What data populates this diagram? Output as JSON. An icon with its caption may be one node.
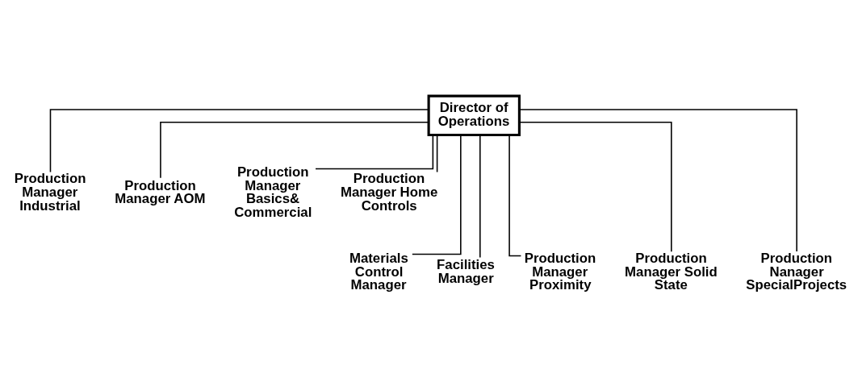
{
  "diagram": {
    "nodes": [
      {
        "text": [
          "Director of Operations"
        ]
      },
      {
        "text": [
          "Production Manager Industrial"
        ]
      },
      {
        "text": [
          "Production Manager AOM"
        ]
      },
      {
        "text": [
          "Production Manager Basics& Commercial"
        ]
      },
      {
        "text": [
          "Production Manager Home Controls"
        ]
      },
      {
        "text": [
          "Materials Control Manager"
        ]
      },
      {
        "text": [
          "Facilities Manager"
        ]
      },
      {
        "text": [
          "Production Manager Proximity"
        ]
      },
      {
        "text": [
          "Production Manager Solid State"
        ]
      },
      {
        "text": [
          "Production Nanager SpecialProjects"
        ]
      }
    ],
    "edges": [
      {
        "from": 0,
        "to": 1,
        "arrow": "none"
      },
      {
        "from": 0,
        "to": 2,
        "arrow": "none"
      },
      {
        "from": 0,
        "to": 3,
        "arrow": "none"
      },
      {
        "from": 0,
        "to": 4,
        "arrow": "none"
      },
      {
        "from": 0,
        "to": 5,
        "arrow": "none"
      },
      {
        "from": 0,
        "to": 6,
        "arrow": "none"
      },
      {
        "from": 0,
        "to": 7,
        "arrow": "none"
      },
      {
        "from": 0,
        "to": 8,
        "arrow": "none"
      },
      {
        "from": 0,
        "to": 9,
        "arrow": "none"
      }
    ]
  }
}
